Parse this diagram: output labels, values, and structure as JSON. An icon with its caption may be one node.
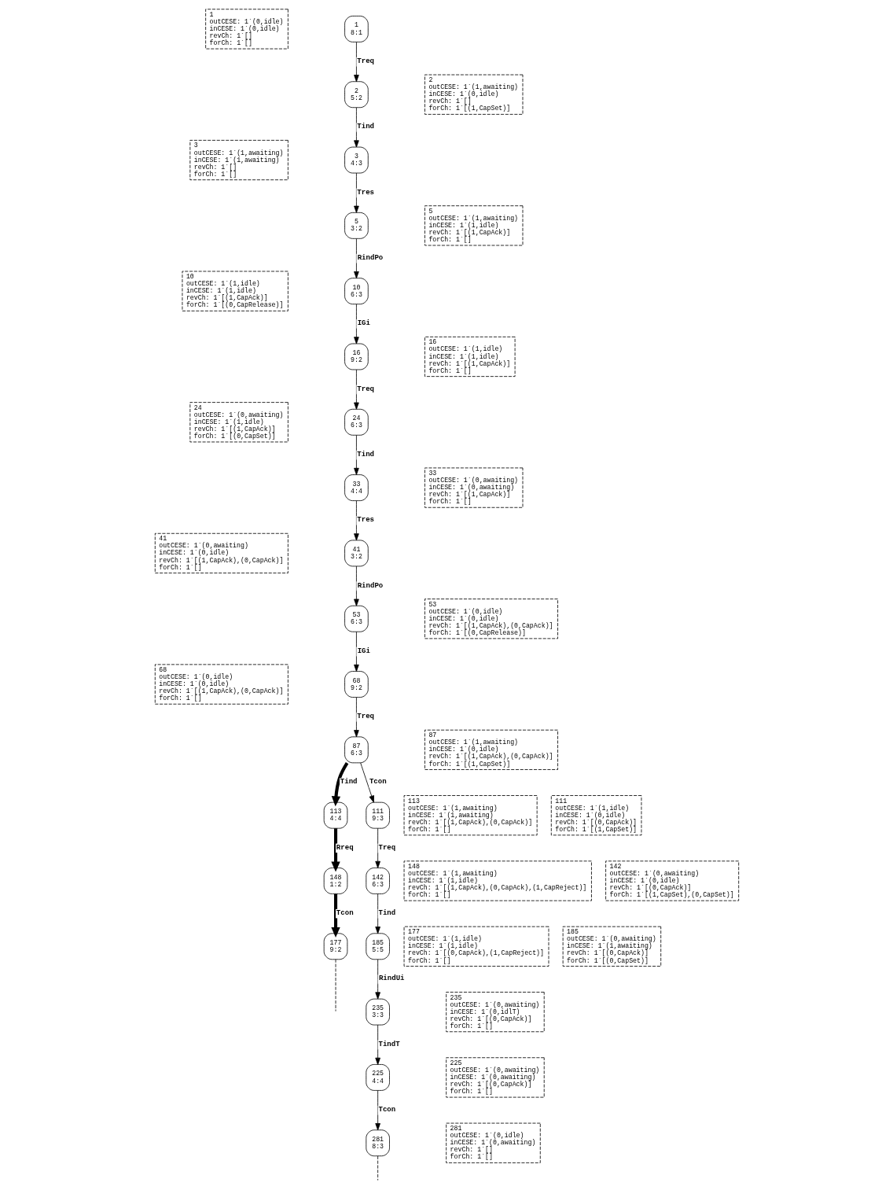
{
  "diagram": {
    "nodes": [
      {
        "text": [
          "1",
          "outCESE: 1`(0,idle)",
          "inCESE: 1`(0,idle)",
          "revCh: 1`[]",
          "forCh: 1`[]"
        ]
      },
      {
        "text": [
          "1",
          "8:1"
        ]
      },
      {
        "text": [
          "2",
          "5:2"
        ]
      },
      {
        "text": [
          "2",
          "outCESE: 1`(1,awaiting)",
          "inCESE: 1`(0,idle)",
          "revCh: 1`[]",
          "forCh: 1`[(1,CapSet)]"
        ]
      },
      {
        "text": [
          "3",
          "outCESE: 1`(1,awaiting)",
          "inCESE: 1`(1,awaiting)",
          "revCh: 1`[]",
          "forCh: 1`[]"
        ]
      },
      {
        "text": [
          "3",
          "4:3"
        ]
      },
      {
        "text": [
          "5",
          "3:2"
        ]
      },
      {
        "text": [
          "5",
          "outCESE: 1`(1,awaiting)",
          "inCESE: 1`(1,idle)",
          "revCh: 1`[(1,CapAck)]",
          "forCh: 1`[]"
        ]
      },
      {
        "text": [
          "10",
          "outCESE: 1`(1,idle)",
          "inCESE: 1`(1,idle)",
          "revCh: 1`[(1,CapAck)]",
          "forCh: 1`[(0,CapRelease)]"
        ]
      },
      {
        "text": [
          "10",
          "6:3"
        ]
      },
      {
        "text": [
          "16",
          "9:2"
        ]
      },
      {
        "text": [
          "16",
          "outCESE: 1`(1,idle)",
          "inCESE: 1`(1,idle)",
          "revCh: 1`[(1,CapAck)]",
          "forCh: 1`[]"
        ]
      },
      {
        "text": [
          "24",
          "outCESE: 1`(0,awaiting)",
          "inCESE: 1`(1,idle)",
          "revCh: 1`[(1,CapAck)]",
          "forCh: 1`[(0,CapSet)]"
        ]
      },
      {
        "text": [
          "24",
          "6:3"
        ]
      },
      {
        "text": [
          "33",
          "4:4"
        ]
      },
      {
        "text": [
          "33",
          "outCESE: 1`(0,awaiting)",
          "inCESE: 1`(0,awaiting)",
          "revCh: 1`[(1,CapAck)]",
          "forCh: 1`[]"
        ]
      },
      {
        "text": [
          "41",
          "outCESE: 1`(0,awaiting)",
          "inCESE: 1`(0,idle)",
          "revCh: 1`[(1,CapAck),(0,CapAck)]",
          "forCh: 1`[]"
        ]
      },
      {
        "text": [
          "41",
          "3:2"
        ]
      },
      {
        "text": [
          "53",
          "6:3"
        ]
      },
      {
        "text": [
          "53",
          "outCESE: 1`(0,idle)",
          "inCESE: 1`(0,idle)",
          "revCh: 1`[(1,CapAck),(0,CapAck)]",
          "forCh: 1`[(0,CapRelease)]"
        ]
      },
      {
        "text": [
          "68",
          "outCESE: 1`(0,idle)",
          "inCESE: 1`(0,idle)",
          "revCh: 1`[(1,CapAck),(0,CapAck)]",
          "forCh: 1`[]"
        ]
      },
      {
        "text": [
          "68",
          "9:2"
        ]
      },
      {
        "text": [
          "87",
          "6:3"
        ]
      },
      {
        "text": [
          "87",
          "outCESE: 1`(1,awaiting)",
          "inCESE: 1`(0,idle)",
          "revCh: 1`[(1,CapAck),(0,CapAck)]",
          "forCh: 1`[(1,CapSet)]"
        ]
      },
      {
        "text": [
          "113",
          "outCESE: 1`(1,awaiting)",
          "inCESE: 1`(1,awaiting)",
          "revCh: 1`[(1,CapAck),(0,CapAck)]",
          "forCh: 1`[]"
        ]
      },
      {
        "text": [
          "113",
          "4:4"
        ]
      },
      {
        "text": [
          "111",
          "9:3"
        ]
      },
      {
        "text": [
          "111",
          "outCESE: 1`(1,idle)",
          "inCESE: 1`(0,idle)",
          "revCh: 1`[(0,CapAck)]",
          "forCh: 1`[(1,CapSet)]"
        ]
      },
      {
        "text": [
          "148",
          "outCESE: 1`(1,awaiting)",
          "inCESE: 1`(1,idle)",
          "revCh: 1`[(1,CapAck),(0,CapAck),(1,CapReject)]",
          "forCh: 1`[]"
        ]
      },
      {
        "text": [
          "148",
          "1:2"
        ]
      },
      {
        "text": [
          "142",
          "6:3"
        ]
      },
      {
        "text": [
          "142",
          "outCESE: 1`(0,awaiting)",
          "inCESE: 1`(0,idle)",
          "revCh: 1`[(0,CapAck)]",
          "forCh: 1`[(1,CapSet),(0,CapSet)]"
        ]
      },
      {
        "text": [
          "177",
          "outCESE: 1`(1,idle)",
          "inCESE: 1`(1,idle)",
          "revCh: 1`[(0,CapAck),(1,CapReject)]",
          "forCh: 1`[]"
        ]
      },
      {
        "text": [
          "177",
          "9:2"
        ]
      },
      {
        "text": [
          "185",
          "5:5"
        ]
      },
      {
        "text": [
          "185",
          "outCESE: 1`(0,awaiting)",
          "inCESE: 1`(1,awaiting)",
          "revCh: 1`[(0,CapAck)]",
          "forCh: 1`[(0,CapSet)]"
        ]
      },
      {
        "text": [
          "235",
          "3:3"
        ]
      },
      {
        "text": [
          "235",
          "outCESE: 1`(0,awaiting)",
          "inCESE: 1`(0,idlT)",
          "revCh: 1`[(0,CapAck)]",
          "forCh: 1`[]"
        ]
      },
      {
        "text": [
          "225",
          "4:4"
        ]
      },
      {
        "text": [
          "225",
          "outCESE: 1`(0,awaiting)",
          "inCESE: 1`(0,awaiting)",
          "revCh: 1`[(0,CapAck)]",
          "forCh: 1`[]"
        ]
      },
      {
        "text": [
          "281",
          "8:3"
        ]
      },
      {
        "text": [
          "281",
          "outCESE: 1`(0,idle)",
          "inCESE: 1`(0,awaiting)",
          "revCh: 1`[]",
          "forCh: 1`[]"
        ]
      }
    ],
    "edges": [
      {
        "from": 1,
        "to": 2,
        "arrow": "to",
        "label": "Treq"
      },
      {
        "from": 2,
        "to": 5,
        "arrow": "to",
        "label": "Tind"
      },
      {
        "from": 5,
        "to": 6,
        "arrow": "to",
        "label": "Tres"
      },
      {
        "from": 6,
        "to": 9,
        "arrow": "to",
        "label": "RindPo"
      },
      {
        "from": 9,
        "to": 10,
        "arrow": "to",
        "label": "IGi"
      },
      {
        "from": 10,
        "to": 13,
        "arrow": "to",
        "label": "Treq"
      },
      {
        "from": 13,
        "to": 14,
        "arrow": "to",
        "label": "Tind"
      },
      {
        "from": 14,
        "to": 17,
        "arrow": "to",
        "label": "Tres"
      },
      {
        "from": 17,
        "to": 18,
        "arrow": "to",
        "label": "RindPo"
      },
      {
        "from": 18,
        "to": 21,
        "arrow": "to",
        "label": "IGi"
      },
      {
        "from": 21,
        "to": 22,
        "arrow": "to",
        "label": "Treq"
      },
      {
        "from": 22,
        "to": 25,
        "arrow": "to",
        "label": "Tind",
        "style": "thick"
      },
      {
        "from": 22,
        "to": 26,
        "arrow": "to",
        "label": "Tcon"
      },
      {
        "from": 25,
        "to": 29,
        "arrow": "to",
        "label": "Rreq",
        "style": "thick"
      },
      {
        "from": 29,
        "to": 33,
        "arrow": "to",
        "label": "Tcon",
        "style": "thick"
      },
      {
        "from": 26,
        "to": 30,
        "arrow": "to",
        "label": "Treq"
      },
      {
        "from": 30,
        "to": 34,
        "arrow": "to",
        "label": "Tind"
      },
      {
        "from": 34,
        "to": 36,
        "arrow": "to",
        "label": "RindUi"
      },
      {
        "from": 36,
        "to": 38,
        "arrow": "to",
        "label": "TindT"
      },
      {
        "from": 38,
        "to": 40,
        "arrow": "to",
        "label": "Tcon"
      },
      {
        "from": 33,
        "to": null,
        "arrow": "none",
        "style": "dashed"
      },
      {
        "from": 40,
        "to": null,
        "arrow": "none",
        "style": "dashed"
      }
    ]
  }
}
